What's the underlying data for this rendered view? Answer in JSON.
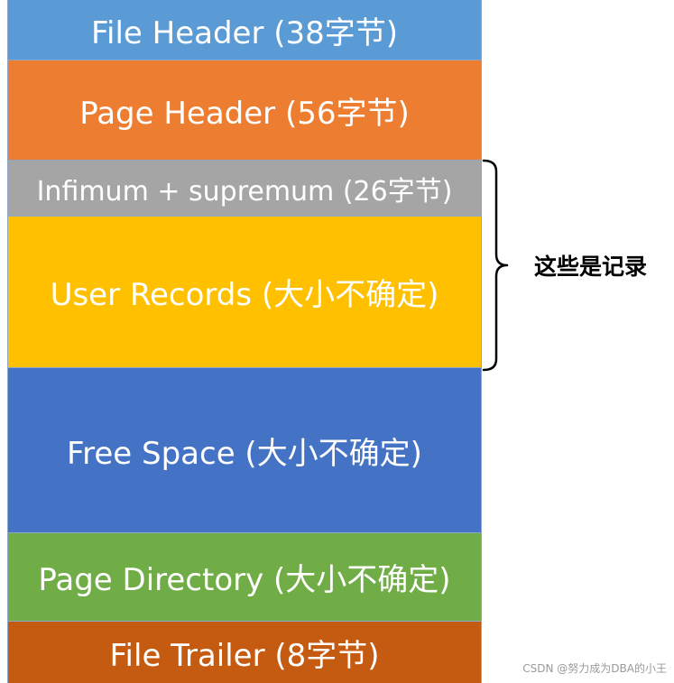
{
  "blocks": [
    {
      "label": "File Header (38字节)",
      "color": "#5b9bd5"
    },
    {
      "label": "Page Header (56字节)",
      "color": "#ed7d31"
    },
    {
      "label": "Infimum + supremum (26字节)",
      "color": "#a5a5a5"
    },
    {
      "label": "User Records (大小不确定)",
      "color": "#ffc000"
    },
    {
      "label": "Free Space (大小不确定)",
      "color": "#4472c4"
    },
    {
      "label": "Page Directory (大小不确定)",
      "color": "#70ad47"
    },
    {
      "label": "File Trailer (8字节)",
      "color": "#c55a11"
    }
  ],
  "annotation": {
    "label": "这些是记录",
    "icon": "curly-brace-icon"
  },
  "watermark": "CSDN @努力成为DBA的小王"
}
